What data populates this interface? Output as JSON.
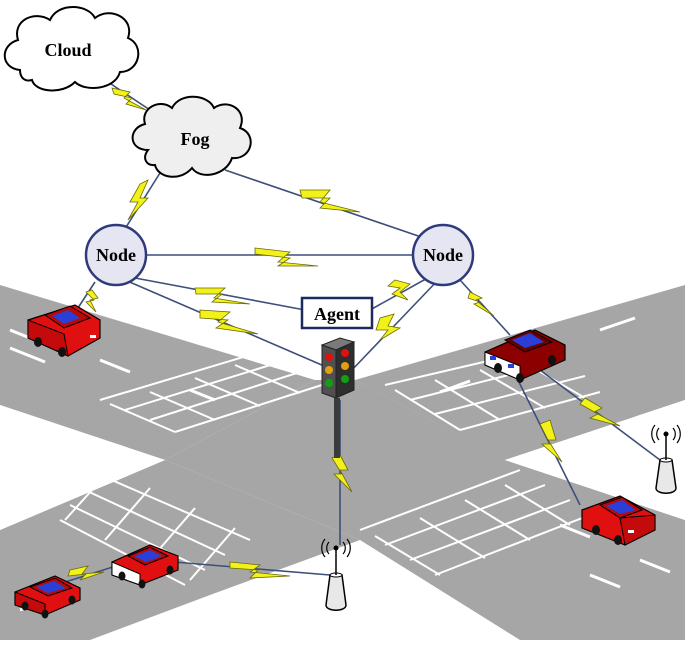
{
  "labels": {
    "cloud": "Cloud",
    "fog": "Fog",
    "node_left": "Node",
    "node_right": "Node",
    "agent": "Agent"
  },
  "colors": {
    "road": "#a6a6a6",
    "road_edge": "#8c8c8c",
    "lane_marking": "#ffffff",
    "cloud_fill": "#ffffff",
    "fog_fill": "#efefef",
    "node_fill": "#e6e6f2",
    "node_stroke": "#2e3a7a",
    "link_line": "#3e4f7a",
    "lightning": "#f2f21a",
    "car_red": "#e01010",
    "car_dark_red": "#8c0000",
    "car_window": "#2b3fd6"
  },
  "icons": [
    "cloud-icon",
    "fog-cloud-icon",
    "node-circle-icon",
    "traffic-light-icon",
    "car-icon",
    "antenna-tower-icon",
    "wireless-link-icon"
  ]
}
